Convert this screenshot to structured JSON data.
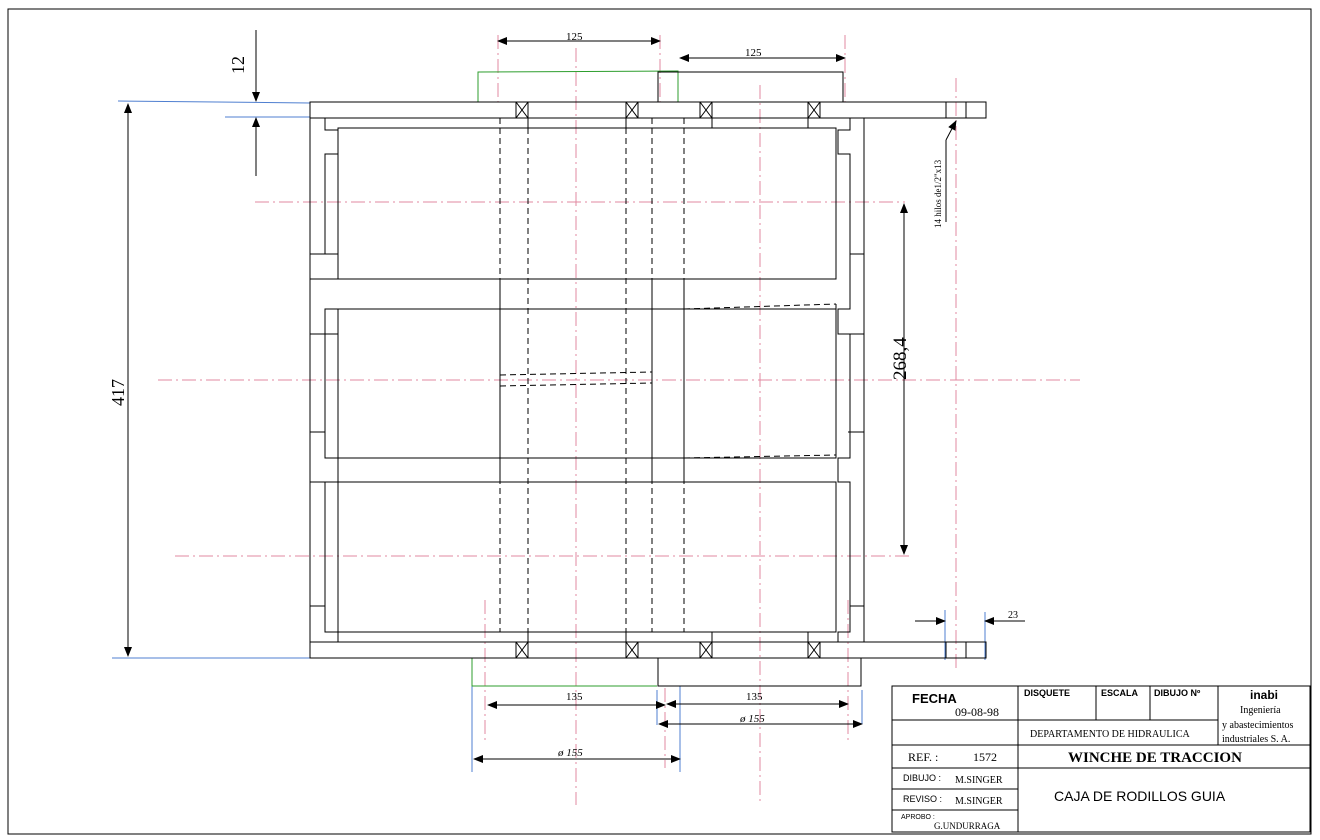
{
  "dimensions": {
    "top_left": "125",
    "top_right": "125",
    "flange_thickness": "12",
    "overall_height": "417",
    "center_distance": "268,4",
    "thread_note": "14 hilos de1/2\"x13",
    "side_offset": "23",
    "bottom_left": "135",
    "bottom_right": "135",
    "diameter_right": "ø 155",
    "diameter_left": "ø 155"
  },
  "title_block": {
    "fecha_label": "FECHA",
    "fecha_value": "09-08-98",
    "disquete_label": "DISQUETE",
    "escala_label": "ESCALA",
    "dibujo_no_label": "DIBUJO Nº",
    "department": "DEPARTAMENTO DE HIDRAULICA",
    "company_name": "inabi",
    "company_line1": "Ingeniería",
    "company_line2": "y abastecimientos",
    "company_line3": "industriales  S. A.",
    "ref_label": "REF. :",
    "ref_value": "1572",
    "title": "WINCHE DE TRACCION",
    "subtitle": "CAJA DE RODILLOS  GUIA",
    "dibujo_label": "DIBUJO :",
    "dibujo_value": "M.SINGER",
    "reviso_label": "REVISO :",
    "reviso_value": "M.SINGER",
    "aprobo_label": "APROBO :",
    "aprobo_value": "G.UNDURRAGA"
  },
  "colors": {
    "outline": "#000000",
    "centerline": "#e08aa0",
    "extension_blue": "#4f7fd0",
    "green": "#2e9e2e"
  }
}
